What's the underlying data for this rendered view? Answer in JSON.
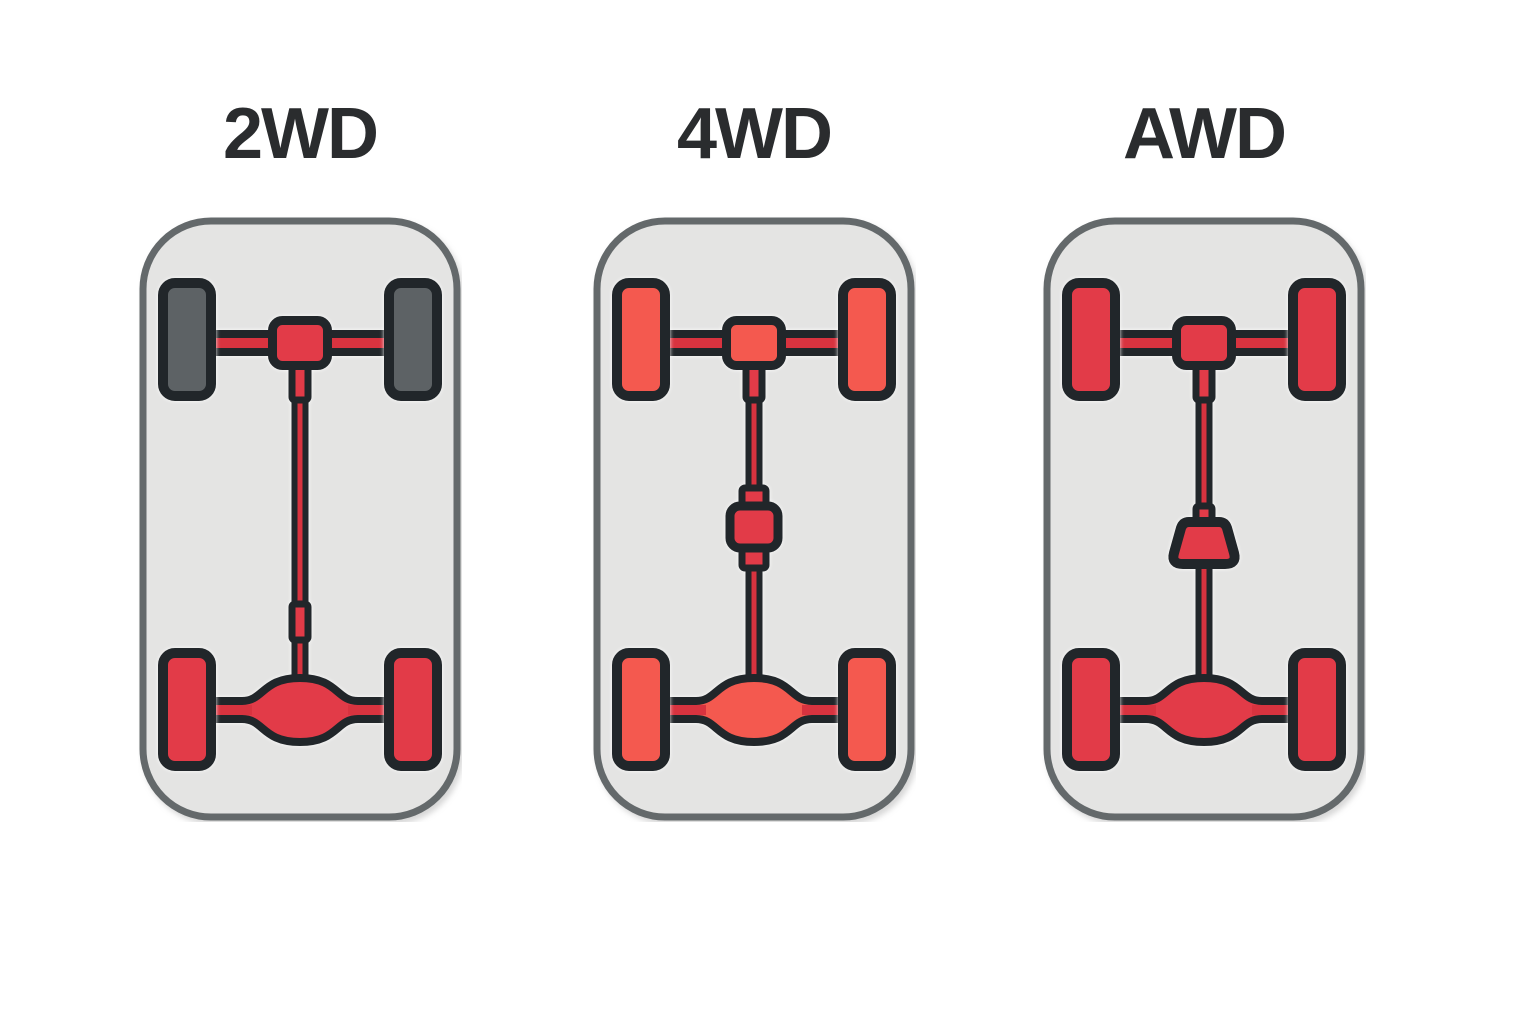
{
  "colors": {
    "background": "#ffffff",
    "label_text": "#2a2c2e",
    "body_fill": "#e4e4e3",
    "body_stroke": "#64696b",
    "outline": "#21262a",
    "red": "#e23b48",
    "salmon": "#f4594f",
    "wheel_gray": "#5d6265",
    "shaft_red": "#d8333f"
  },
  "cars": [
    {
      "label": "2WD",
      "wheel_front_color": "#5d6265",
      "wheel_rear_color": "#e23b48",
      "accent_color": "#e23b48",
      "center_component": "driveshaft-coupler"
    },
    {
      "label": "4WD",
      "wheel_front_color": "#f4594f",
      "wheel_rear_color": "#f4594f",
      "accent_color": "#f4594f",
      "center_component": "transfer-case"
    },
    {
      "label": "AWD",
      "wheel_front_color": "#e23b48",
      "wheel_rear_color": "#e23b48",
      "accent_color": "#e23b48",
      "center_component": "center-coupling"
    }
  ]
}
